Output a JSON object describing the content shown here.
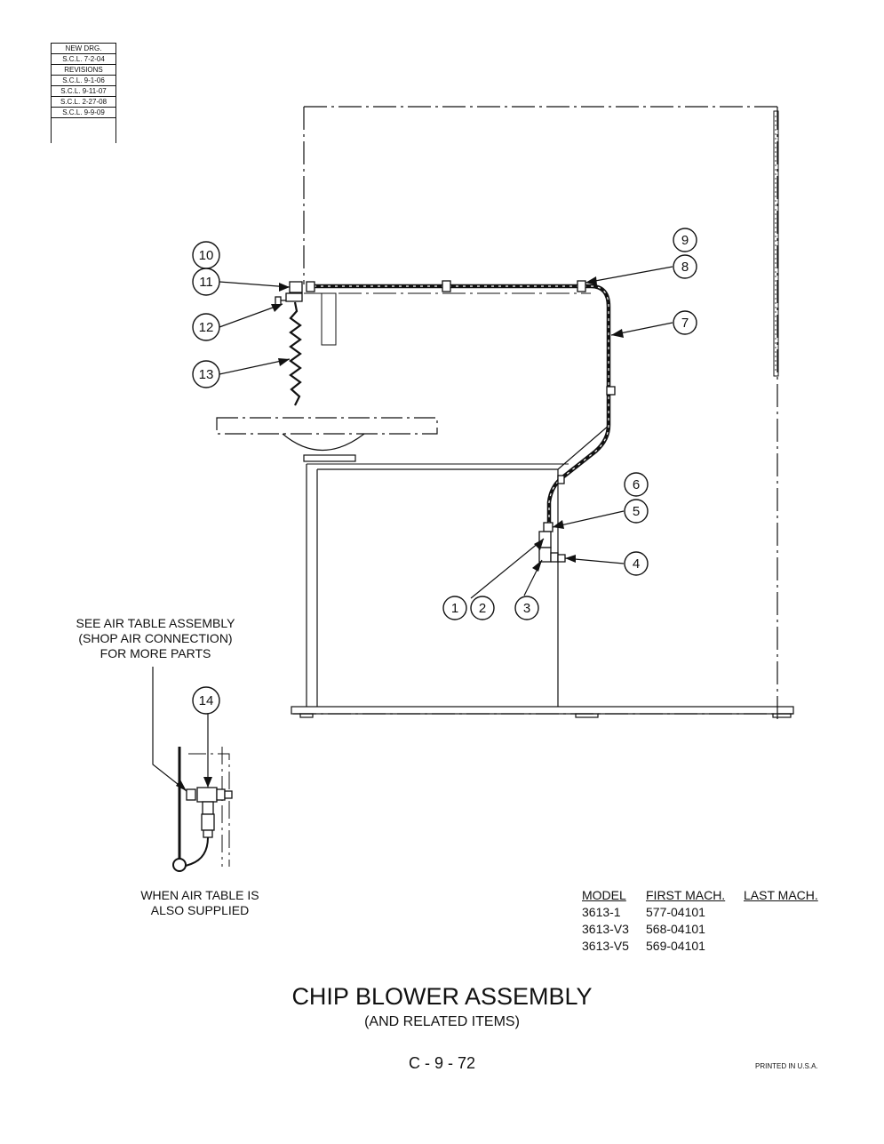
{
  "revision_block": {
    "rows": [
      "NEW DRG.",
      "S.C.L. 7-2-04",
      "REVISIONS",
      "S.C.L. 9-1-06",
      "S.C.L. 9-11-07",
      "S.C.L. 2-27-08",
      "S.C.L. 9-9-09"
    ]
  },
  "callouts": [
    "1",
    "2",
    "3",
    "4",
    "5",
    "6",
    "7",
    "8",
    "9",
    "10",
    "11",
    "12",
    "13",
    "14"
  ],
  "notes": {
    "air_table_line1": "SEE AIR TABLE ASSEMBLY",
    "air_table_line2": "(SHOP AIR CONNECTION)",
    "air_table_line3": "FOR MORE PARTS",
    "when_line1": "WHEN AIR TABLE IS",
    "when_line2": "ALSO SUPPLIED"
  },
  "model_table": {
    "headers": [
      "MODEL",
      "FIRST MACH.",
      "LAST MACH."
    ],
    "rows": [
      [
        "3613-1",
        "577-04101"
      ],
      [
        "3613-V3",
        "568-04101"
      ],
      [
        "3613-V5",
        "569-04101"
      ]
    ]
  },
  "title": {
    "main": "CHIP BLOWER ASSEMBLY",
    "sub": "(AND RELATED ITEMS)",
    "page": "C - 9 - 72"
  },
  "footer": {
    "printed": "PRINTED IN U.S.A."
  }
}
